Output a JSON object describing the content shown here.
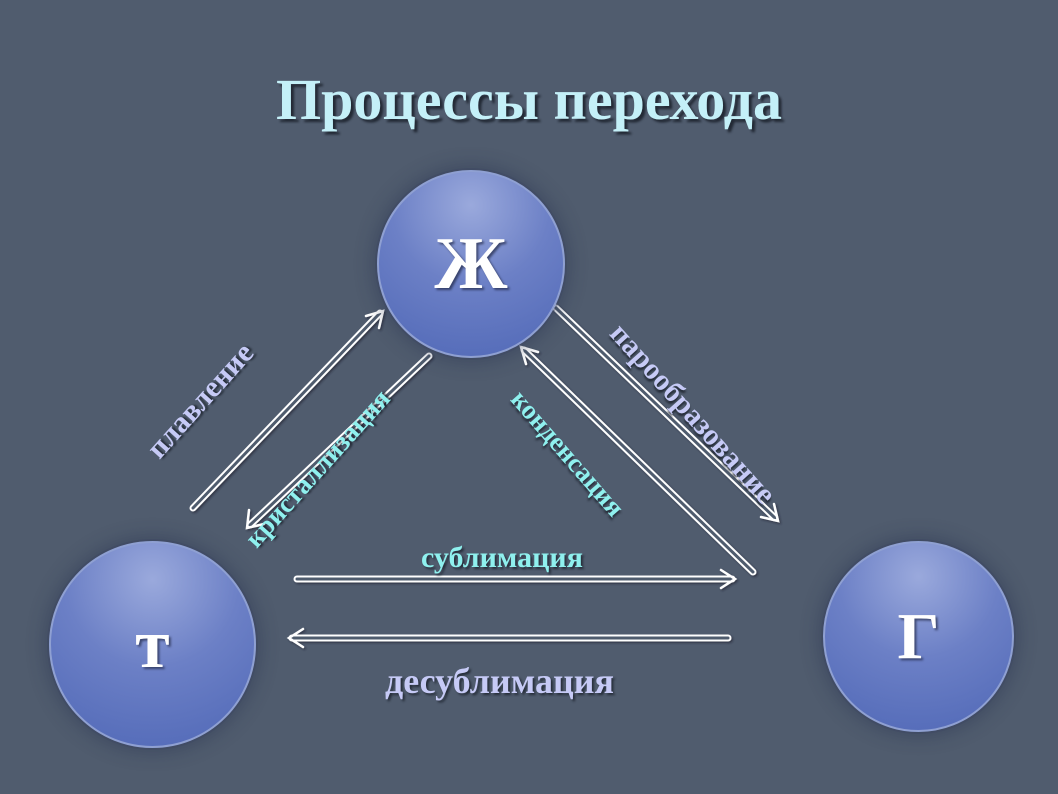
{
  "title": "Процессы перехода",
  "states": {
    "liquid": "Ж",
    "solid": "т",
    "gas": "Г"
  },
  "processes": {
    "melting": "плавление",
    "crystallization": "кристаллизация",
    "vaporization": "парообразование",
    "condensation": "конденсация",
    "sublimation": "сублимация",
    "desublimation": "десублимация"
  },
  "colors": {
    "background": "#505c6e",
    "title": "#c4f0f8",
    "circle": "#5f75be",
    "label_lavender": "#c6caf6",
    "label_cyan": "#8ff0ee",
    "arrow": "#ffffff"
  }
}
